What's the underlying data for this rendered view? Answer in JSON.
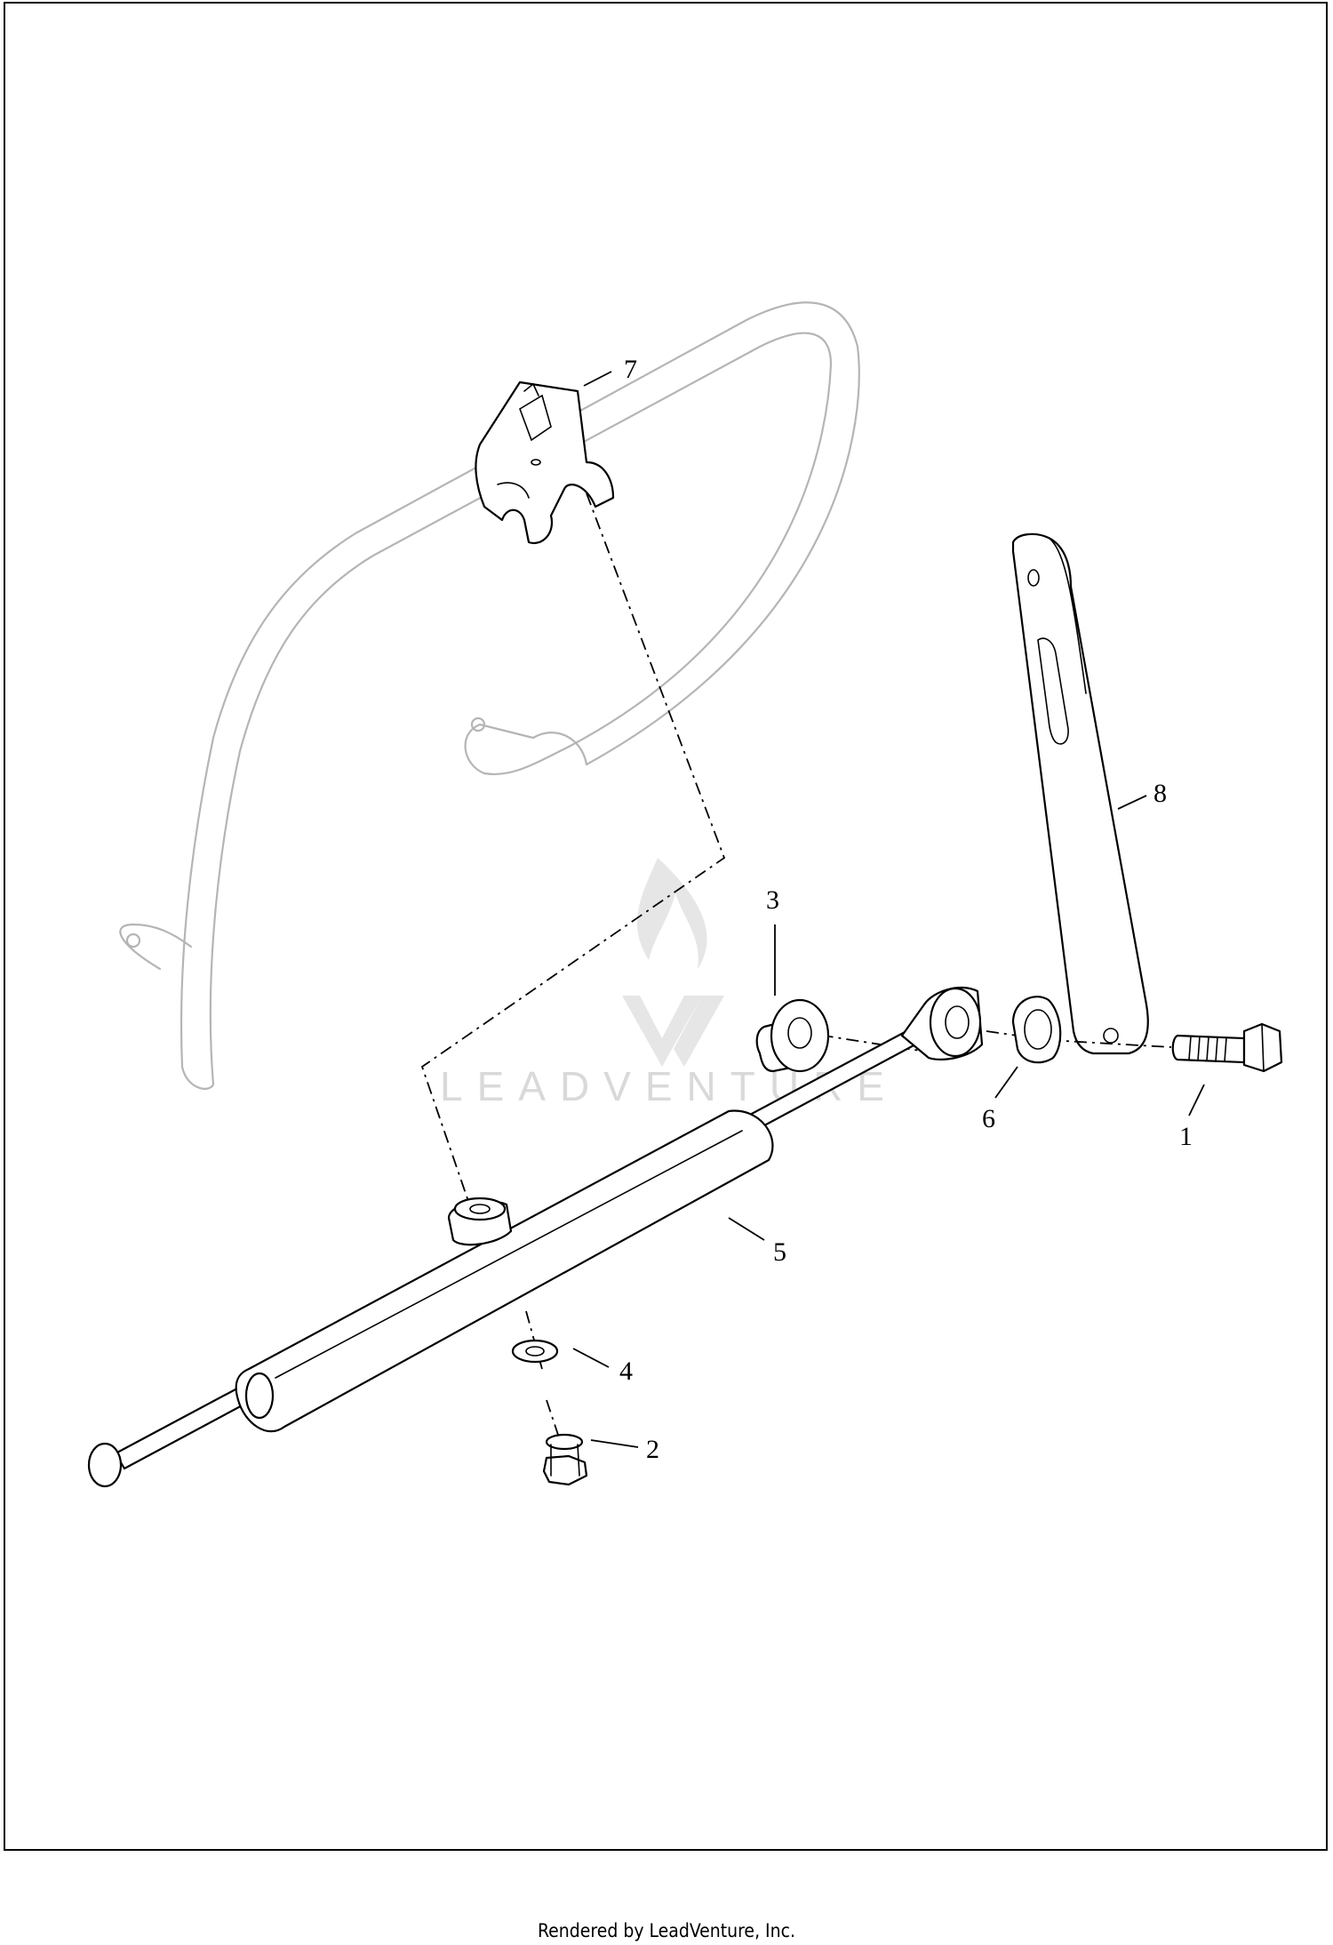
{
  "diagram": {
    "callouts": [
      "7",
      "8",
      "3",
      "6",
      "1",
      "5",
      "4",
      "2"
    ]
  },
  "watermark": {
    "text": "LEADVENTURE"
  },
  "footer": {
    "text": "Rendered by LeadVenture, Inc."
  }
}
